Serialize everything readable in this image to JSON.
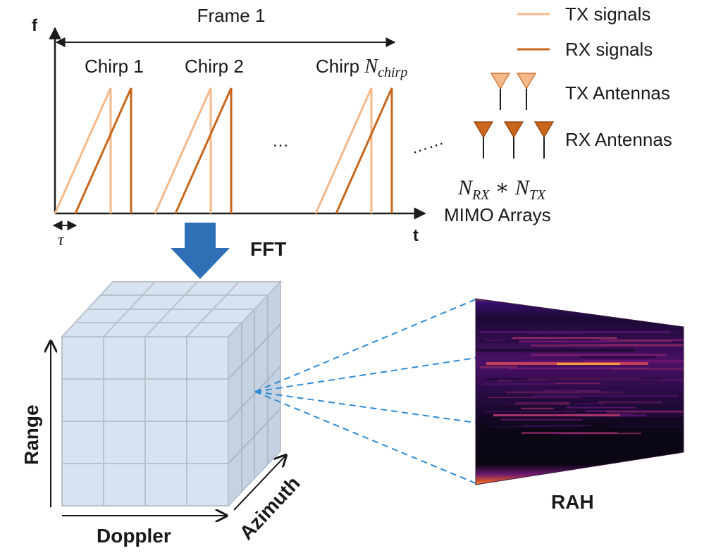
{
  "colors": {
    "tx": "#f4b98a",
    "rx": "#c8661c",
    "tx_antenna": "#f4b98a",
    "rx_antenna": "#c8661c",
    "axis": "#1a1a1a",
    "fft_arrow": "#2f6fb5",
    "cube_face": "#d7e3f1",
    "cube_grid": "#b8c2cf",
    "dashed": "#2e8bd6"
  },
  "top_plot": {
    "y_axis_label": "f",
    "x_axis_label": "t",
    "frame_label": "Frame",
    "frame_number": "1",
    "chirps": [
      {
        "label": "Chirp",
        "index": "1"
      },
      {
        "label": "Chirp",
        "index": "2"
      },
      {
        "label": "Chirp",
        "index_math": "N",
        "index_sub": "chirp"
      }
    ],
    "ellipsis_middle": "…",
    "ellipsis_right": "……",
    "tau_label": "τ"
  },
  "legend": {
    "tx_signals": "TX signals",
    "rx_signals": "RX signals",
    "tx_antennas": "TX Antennas",
    "rx_antennas": "RX Antennas",
    "mimo_n_rx": "N",
    "mimo_rx_sub": "RX",
    "mimo_op": "∗",
    "mimo_n_tx": "N",
    "mimo_tx_sub": "TX",
    "mimo_caption": "MIMO Arrays"
  },
  "fft_label": "FFT",
  "cube": {
    "axis_range": "Range",
    "axis_doppler": "Doppler",
    "axis_azimuth": "Azimuth"
  },
  "heatmap": {
    "label": "RAH",
    "colormap": "inferno"
  }
}
